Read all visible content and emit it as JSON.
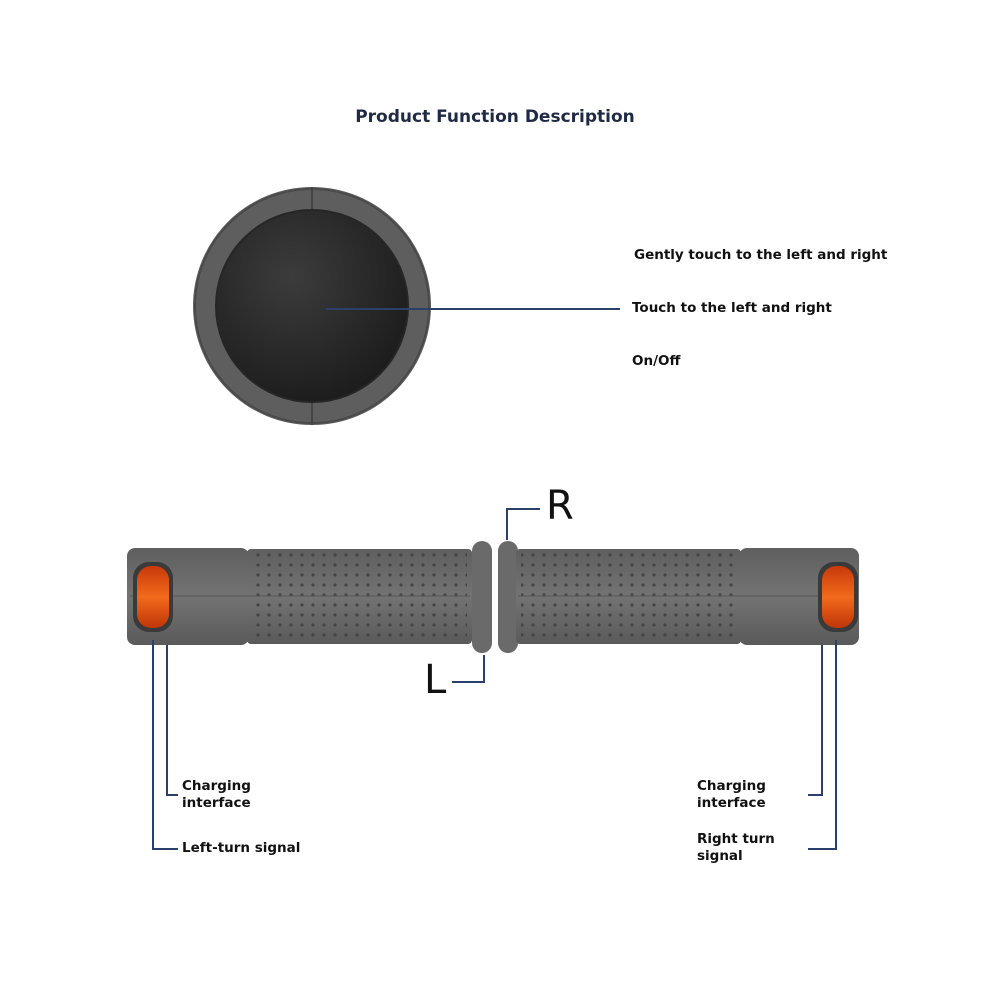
{
  "title": "Product Function Description",
  "button": {
    "labels": [
      "Gently touch to the left and right",
      "Touch to the left and right",
      "On/Off"
    ]
  },
  "handlebar": {
    "right_label": "R",
    "left_label": "L",
    "left_charging": [
      "Charging",
      "interface"
    ],
    "left_signal": "Left-turn signal",
    "right_charging": [
      "Charging",
      "interface"
    ],
    "right_signal": [
      "Right turn",
      "signal"
    ]
  },
  "colors": {
    "grip": "#6d6d6d",
    "indicator": "#e8561a",
    "leader_line": "#2a3f6b",
    "title": "#1f2a44"
  }
}
